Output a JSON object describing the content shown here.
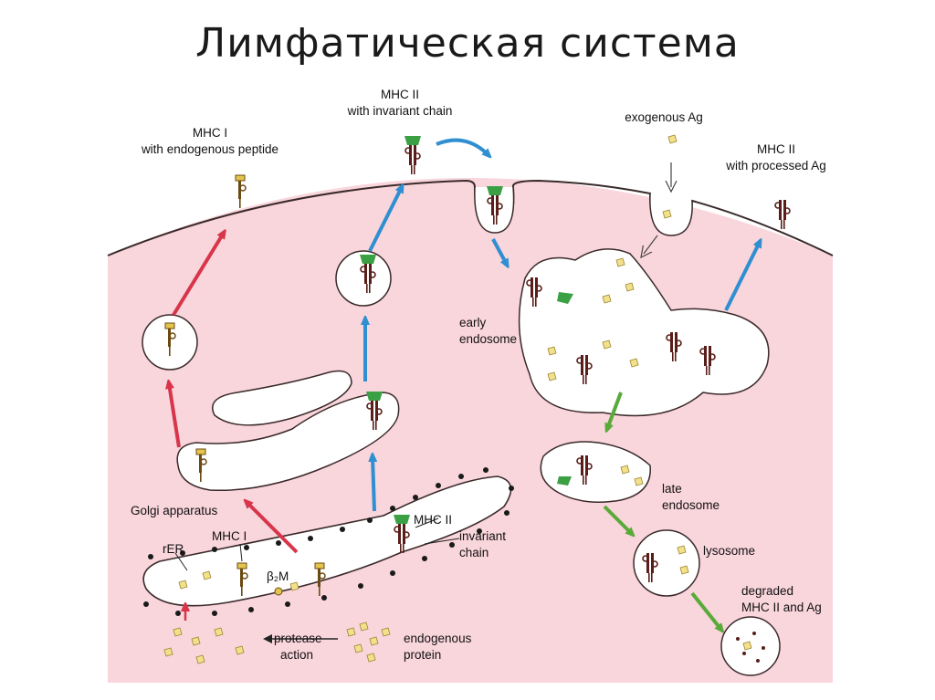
{
  "slide": {
    "title": "Лимфатическая система"
  },
  "labels": {
    "mhc1_endogenous_line1": "MHC I",
    "mhc1_endogenous_line2": "with endogenous peptide",
    "mhc2_invariant_line1": "MHC II",
    "mhc2_invariant_line2": "with invariant chain",
    "exogenous_ag": "exogenous Ag",
    "mhc2_processed_line1": "MHC II",
    "mhc2_processed_line2": "with processed Ag",
    "early_endosome_line1": "early",
    "early_endosome_line2": "endosome",
    "late_endosome_line1": "late",
    "late_endosome_line2": "endosome",
    "lysosome": "lysosome",
    "degraded_line1": "degraded",
    "degraded_line2": "MHC II and Ag",
    "golgi": "Golgi apparatus",
    "mhc1": "MHC I",
    "rer": "rER",
    "mhc2": "MHC II",
    "invariant_line1": "invariant",
    "invariant_line2": "chain",
    "b2m": "β₂M",
    "protease_line1": "protease",
    "protease_line2": "action",
    "endogenous_line1": "endogenous",
    "endogenous_line2": "protein"
  },
  "colors": {
    "cytoplasm": "#f9d5dc",
    "membrane": "#3a2a2a",
    "organelle_fill": "#ffffff",
    "red_arrow": "#d8354b",
    "blue_arrow": "#2f8fd0",
    "green_arrow": "#5aaa3a",
    "antigen": "#f3e08a",
    "mhc2_green": "#3aa043",
    "mhc_brown": "#5a1e1a"
  }
}
